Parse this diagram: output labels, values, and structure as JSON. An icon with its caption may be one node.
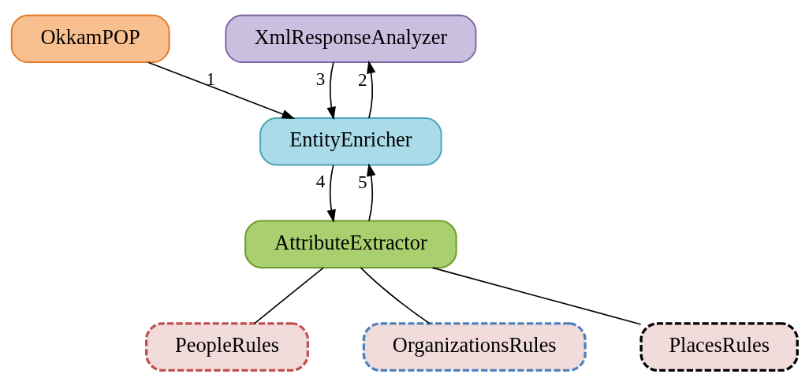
{
  "diagram": {
    "nodes": [
      {
        "text": [
          "OkkamPOP"
        ]
      },
      {
        "text": [
          "XmlResponseAnalyzer"
        ]
      },
      {
        "text": [
          "EntityEnricher"
        ]
      },
      {
        "text": [
          "AttributeExtractor"
        ]
      },
      {
        "text": [
          "PeopleRules"
        ]
      },
      {
        "text": [
          "OrganizationsRules"
        ]
      },
      {
        "text": [
          "PlacesRules"
        ]
      }
    ],
    "edges": [
      {
        "from": 0,
        "to": 2,
        "arrow": "to",
        "label": "1"
      },
      {
        "from": 2,
        "to": 1,
        "arrow": "to",
        "label": "2"
      },
      {
        "from": 1,
        "to": 2,
        "arrow": "to",
        "label": "3"
      },
      {
        "from": 2,
        "to": 3,
        "arrow": "to",
        "label": "4"
      },
      {
        "from": 3,
        "to": 2,
        "arrow": "to",
        "label": "5"
      },
      {
        "from": 3,
        "to": 4,
        "arrow": "none"
      },
      {
        "from": 3,
        "to": 5,
        "arrow": "none"
      },
      {
        "from": 3,
        "to": 6,
        "arrow": "none"
      }
    ]
  }
}
